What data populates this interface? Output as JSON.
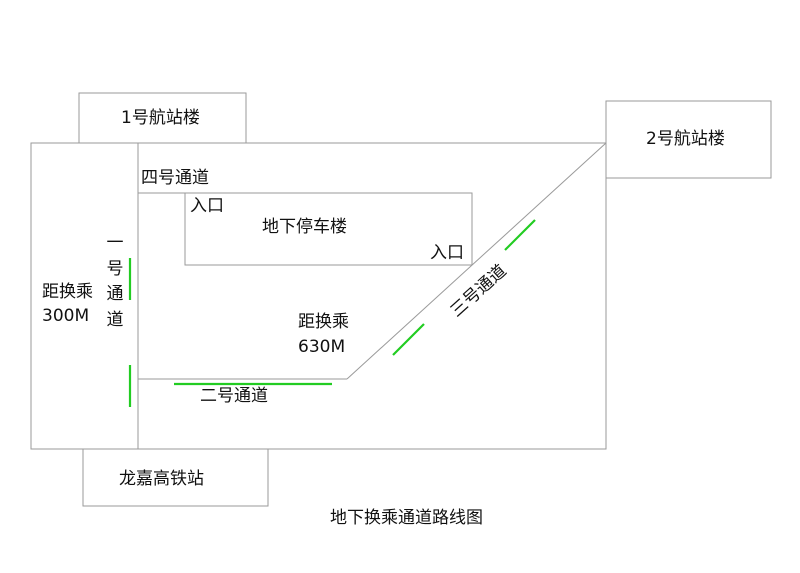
{
  "terminal1": "1号航站楼",
  "terminal2": "2号航站楼",
  "station": "龙嘉高铁站",
  "parking": "地下停车楼",
  "parking_entry_1": "入口",
  "parking_entry_2": "入口",
  "passage_1": "一号通道",
  "passage_2": "二号通道",
  "passage_3": "三号通道",
  "passage_4": "四号通道",
  "distance_1_label": "距换乘",
  "distance_1_value": "300M",
  "distance_2_label": "距换乘",
  "distance_2_value": "630M",
  "caption": "地下换乘通道路线图",
  "colors": {
    "line": "#9a9a9a",
    "arrow": "#22cc22",
    "text": "#111111"
  }
}
